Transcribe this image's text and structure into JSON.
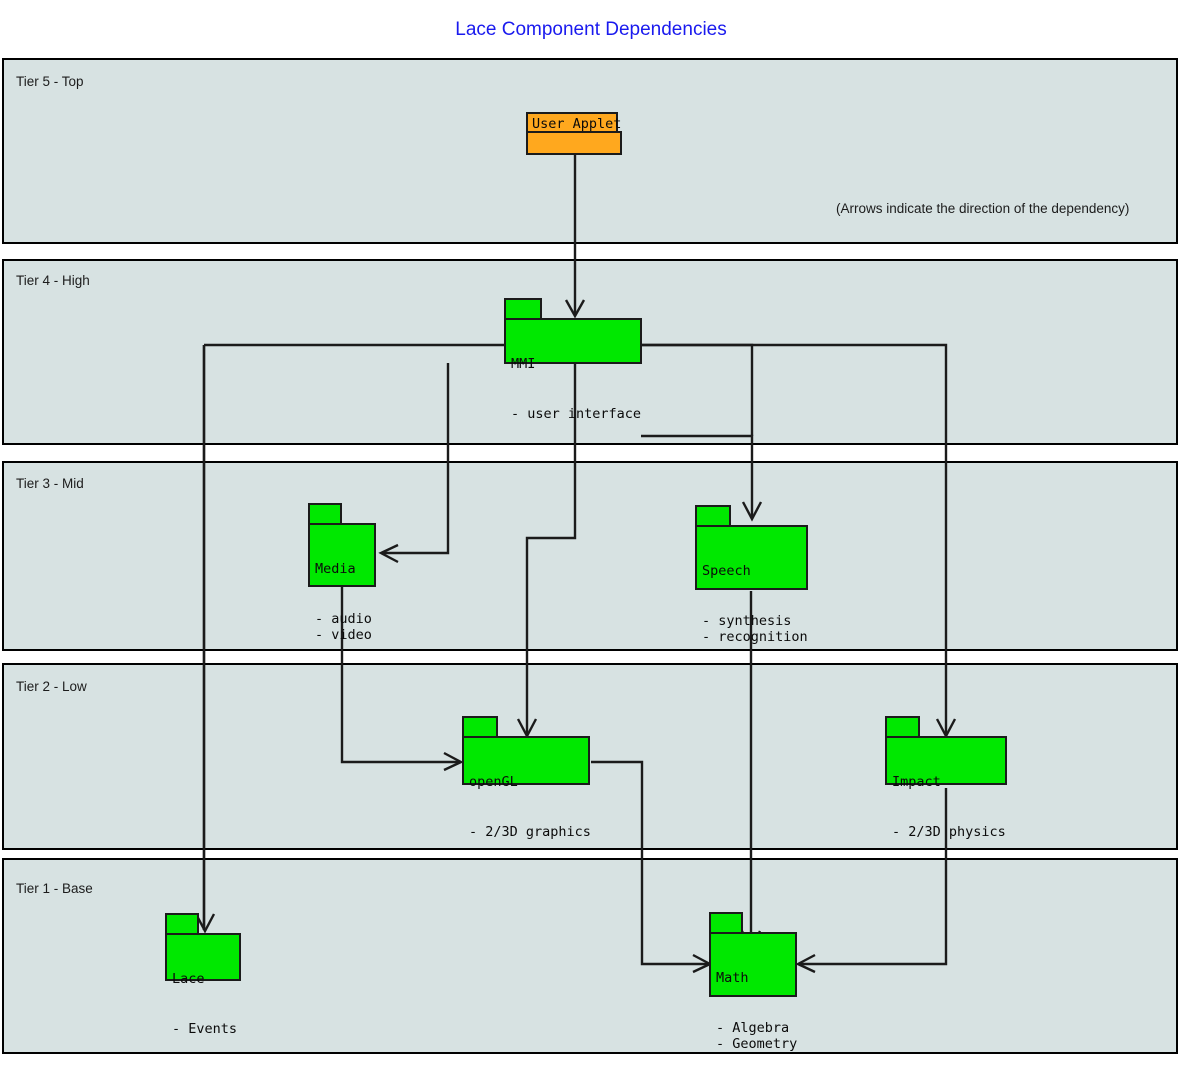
{
  "title": "Lace Component Dependencies",
  "note": "(Arrows indicate the direction of the dependency)",
  "tiers": [
    {
      "label": "Tier 5 - Top"
    },
    {
      "label": "Tier 4 - High"
    },
    {
      "label": "Tier 3 - Mid"
    },
    {
      "label": "Tier 2 - Low"
    },
    {
      "label": "Tier 1 - Base"
    }
  ],
  "nodes": {
    "applet": {
      "name": "User Applet"
    },
    "mmi": {
      "name": "MMI",
      "items": "- user interface"
    },
    "media": {
      "name": "Media",
      "items": "- audio\n- video"
    },
    "speech": {
      "name": "Speech",
      "items": "- synthesis\n- recognition"
    },
    "opengl": {
      "name": "openGL",
      "items": "- 2/3D graphics"
    },
    "impact": {
      "name": "Impact",
      "items": "- 2/3D physics"
    },
    "lace": {
      "name": "Lace",
      "items": "- Events"
    },
    "math": {
      "name": "Math",
      "items": "- Algebra\n- Geometry"
    }
  },
  "edges": [
    {
      "from": "User Applet",
      "to": "MMI"
    },
    {
      "from": "MMI",
      "to": "Lace"
    },
    {
      "from": "MMI",
      "to": "Media"
    },
    {
      "from": "MMI",
      "to": "openGL"
    },
    {
      "from": "MMI",
      "to": "Speech"
    },
    {
      "from": "MMI",
      "to": "Impact"
    },
    {
      "from": "Media",
      "to": "openGL"
    },
    {
      "from": "Speech",
      "to": "Math"
    },
    {
      "from": "openGL",
      "to": "Math"
    },
    {
      "from": "Impact",
      "to": "Math"
    }
  ],
  "colors": {
    "title": "#1a1aee",
    "tier_fill": "#d7e2e2",
    "package_fill": "#00e800",
    "applet_fill": "#ffa81e",
    "line": "#1b1b1b"
  }
}
